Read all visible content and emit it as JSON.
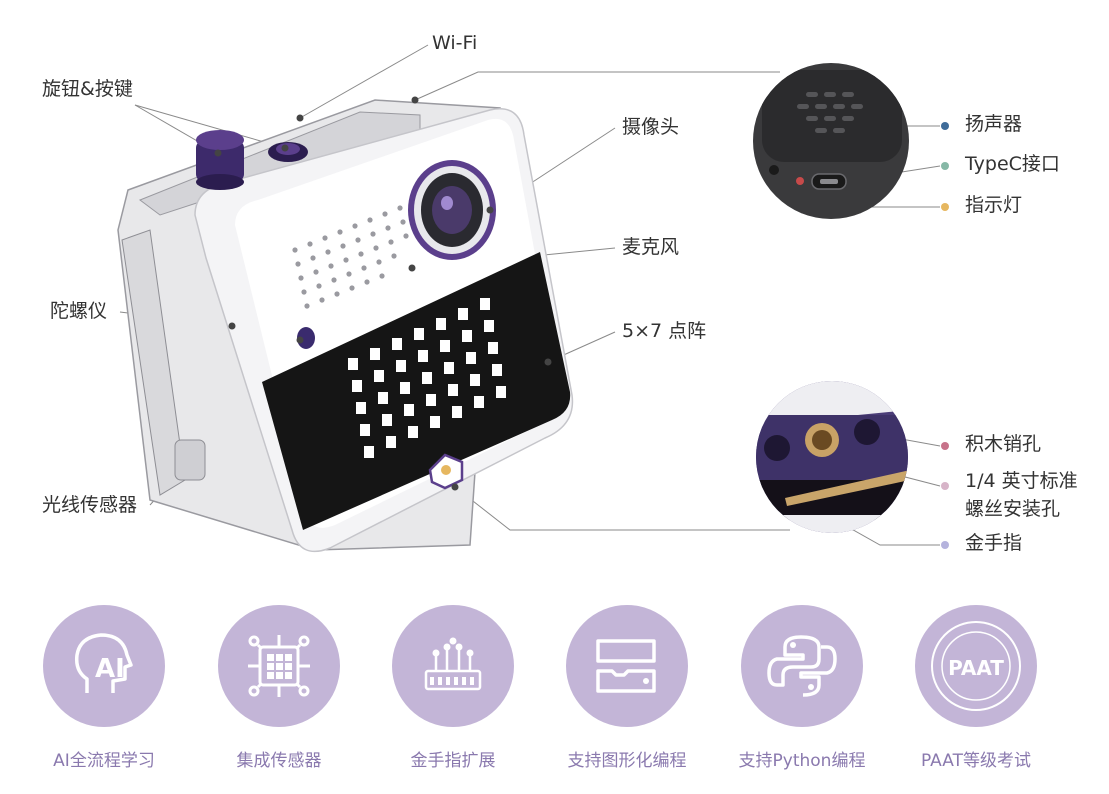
{
  "device_labels": {
    "wifi": "Wi-Fi",
    "knob_button": "旋钮&按键",
    "camera": "摄像头",
    "microphone": "麦克风",
    "gyroscope": "陀螺仪",
    "matrix": "5×7 点阵",
    "light_sensor": "光线传感器"
  },
  "callout_top": {
    "speaker": "扬声器",
    "typec": "TypeC接口",
    "indicator": "指示灯",
    "colors": {
      "speaker": "#3f6c99",
      "typec": "#86b8a6",
      "indicator": "#e6b760"
    }
  },
  "callout_bottom": {
    "pin_hole": "积木销孔",
    "screw_hole_line1": "1/4 英寸标准",
    "screw_hole_line2": "螺丝安装孔",
    "gold_finger": "金手指",
    "colors": {
      "pin_hole": "#c7738a",
      "screw_hole": "#d7b4c8",
      "gold_finger": "#b5b3dd"
    }
  },
  "features": [
    {
      "label": "AI全流程学习",
      "icon": "ai-head-icon"
    },
    {
      "label": "集成传感器",
      "icon": "sensor-chip-icon"
    },
    {
      "label": "金手指扩展",
      "icon": "gold-finger-icon"
    },
    {
      "label": "支持图形化编程",
      "icon": "block-programming-icon"
    },
    {
      "label": "支持Python编程",
      "icon": "python-icon"
    },
    {
      "label": "PAAT等级考试",
      "icon": "paat-seal-icon"
    }
  ],
  "paat_seal_text": "PAAT",
  "theme": {
    "feature_circle": "#c3b5d7",
    "feature_text": "#8a79ae",
    "device_dark": "#1a1a1a"
  }
}
